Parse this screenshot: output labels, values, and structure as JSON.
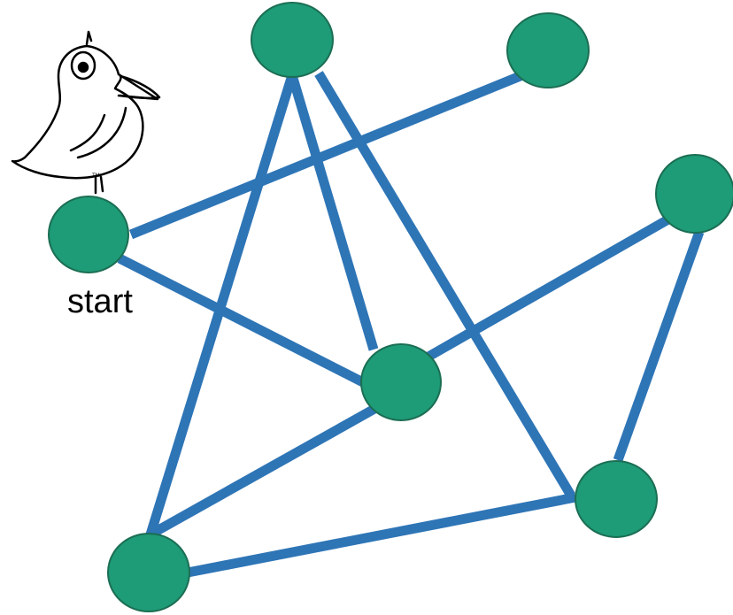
{
  "colors": {
    "edge": "#2E75B6",
    "node_fill": "#1E9B77",
    "node_stroke": "#1B6E53",
    "label": "#000000"
  },
  "graph": {
    "nodes": [
      "n-start",
      "n-top-center",
      "n-top-right",
      "n-right",
      "n-center",
      "n-lower-right",
      "n-bottom-left"
    ],
    "edges": [
      [
        "n-start",
        "n-top-right"
      ],
      [
        "n-start",
        "n-center"
      ],
      [
        "n-top-center",
        "n-center"
      ],
      [
        "n-top-center",
        "n-lower-right"
      ],
      [
        "n-top-center",
        "n-bottom-left"
      ],
      [
        "n-center",
        "n-right"
      ],
      [
        "n-center",
        "n-bottom-left"
      ],
      [
        "n-right",
        "n-lower-right"
      ],
      [
        "n-lower-right",
        "n-bottom-left"
      ]
    ],
    "start_label": "start",
    "start_node": "n-start"
  },
  "icons": {
    "mascot": "bird-icon"
  }
}
